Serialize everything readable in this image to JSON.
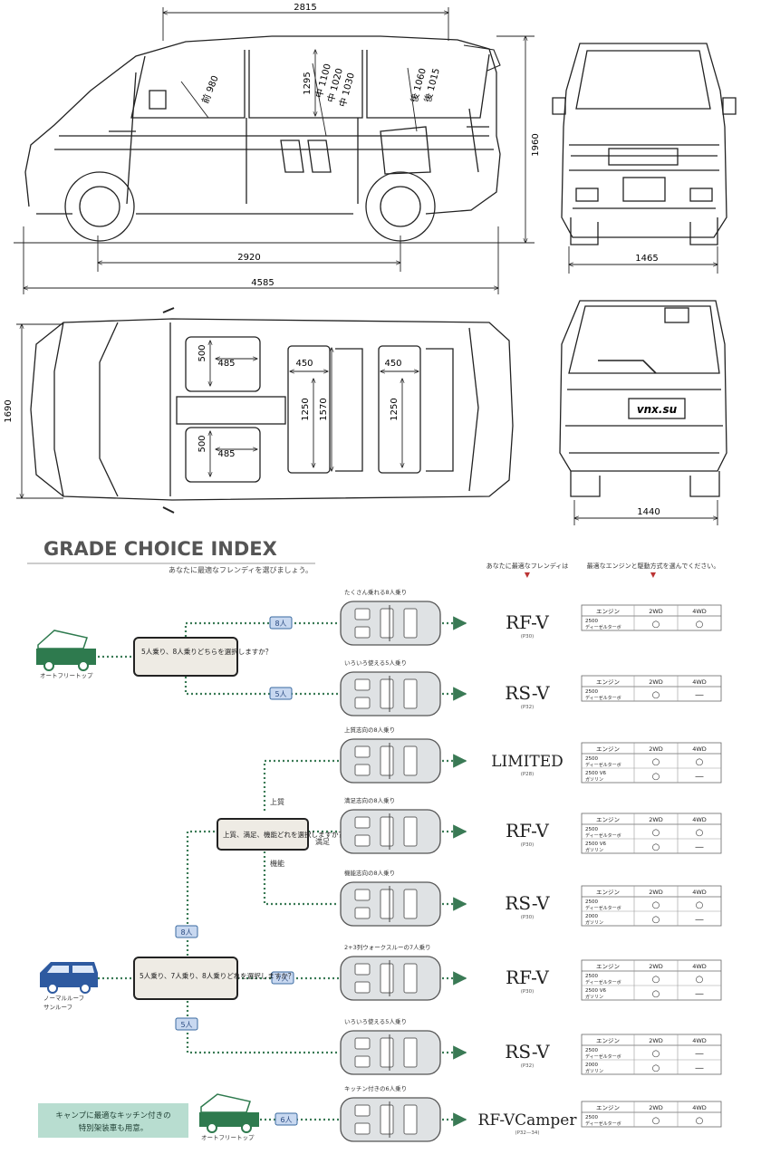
{
  "dimensions": {
    "side_overall_length": "2815",
    "side_wheelbase": "2920",
    "side_total_length": "4585",
    "side_height": "1960",
    "side_headroom": "1295",
    "side_row1_a": "前 980",
    "side_row2_a": "中 1100",
    "side_row2_b": "中 1020",
    "side_row2_c": "中 1030",
    "side_row3_a": "後 1060",
    "side_row3_b": "後 1015",
    "front_track": "1465",
    "top_width": "1690",
    "top_seat_w1": "500",
    "top_seat_d1": "485",
    "top_seat_w2": "500",
    "top_seat_d2": "485",
    "top_row2_w": "450",
    "top_row3_w": "450",
    "top_row2_len": "1250",
    "top_cabin_len": "1570",
    "top_row3_len": "1250",
    "rear_track": "1440",
    "rear_plate": "vnx.su"
  },
  "index": {
    "title": "GRADE CHOICE INDEX",
    "subtitle": "あなたに最適なフレンディを選びましょう。",
    "col_head_grade": "あなたに最適なフレンディは",
    "col_head_engine": "最適なエンジンと駆動方式を選んでください。",
    "table_head_engine": "エンジン",
    "table_head_2wd": "2WD",
    "table_head_4wd": "4WD"
  },
  "nodes": {
    "auto_free_top": "オートフリートップ",
    "auto_free_top_q": "5人乗り、8人乗りどちらを選択しますか？",
    "normal_roof": "ノーマルルーフ",
    "sunroof": "サンルーフ",
    "normal_q": "5人乗り、7人乗り、8人乗りどれを選択しますか？",
    "quality_q": "上質、満足、機能どれを選択しますか？",
    "label_joshitsu": "上質",
    "label_manzoku": "満足",
    "label_kino": "機能",
    "camper_note_1": "キャンプに最適なキッチン付きの",
    "camper_note_2": "特別架装車も用意。",
    "badge_8": "8人",
    "badge_5": "5人",
    "badge_7": "7人",
    "badge_6": "6人"
  },
  "rows": [
    {
      "caption": "たくさん乗れる8人乗り",
      "grade": "RF-V",
      "page": "(P30)",
      "engines": [
        [
          "2500",
          "ディーゼルターボ",
          "○",
          "○"
        ]
      ]
    },
    {
      "caption": "いろいろ使える5人乗り",
      "grade": "RS-V",
      "page": "(P32)",
      "engines": [
        [
          "2500",
          "ディーゼルターボ",
          "○",
          "—"
        ]
      ]
    },
    {
      "caption": "上質志向の8人乗り",
      "grade": "LIMITED",
      "page": "(P28)",
      "engines": [
        [
          "2500",
          "ディーゼルターボ",
          "○",
          "○"
        ],
        [
          "2500 V6",
          "ガソリン",
          "○",
          "—"
        ]
      ]
    },
    {
      "caption": "満足志向の8人乗り",
      "grade": "RF-V",
      "page": "(P30)",
      "engines": [
        [
          "2500",
          "ディーゼルターボ",
          "○",
          "○"
        ],
        [
          "2500 V6",
          "ガソリン",
          "○",
          "—"
        ]
      ]
    },
    {
      "caption": "機能志向の8人乗り",
      "grade": "RS-V",
      "page": "(P30)",
      "engines": [
        [
          "2500",
          "ディーゼルターボ",
          "○",
          "○"
        ],
        [
          "2000",
          "ガソリン",
          "○",
          "—"
        ]
      ]
    },
    {
      "caption": "2+3列ウォークスルーの7人乗り",
      "grade": "RF-V",
      "page": "(P30)",
      "engines": [
        [
          "2500",
          "ディーゼルターボ",
          "○",
          "○"
        ],
        [
          "2500 V6",
          "ガソリン",
          "○",
          "—"
        ]
      ]
    },
    {
      "caption": "いろいろ使える5人乗り",
      "grade": "RS-V",
      "page": "(P32)",
      "engines": [
        [
          "2500",
          "ディーゼルターボ",
          "○",
          "—"
        ],
        [
          "2000",
          "ガソリン",
          "○",
          "—"
        ]
      ]
    },
    {
      "caption": "キッチン付きの6人乗り",
      "grade": "RF-VCamper",
      "page": "(P32—34)",
      "engines": [
        [
          "2500",
          "ディーゼルターボ",
          "○",
          "○"
        ]
      ]
    }
  ]
}
